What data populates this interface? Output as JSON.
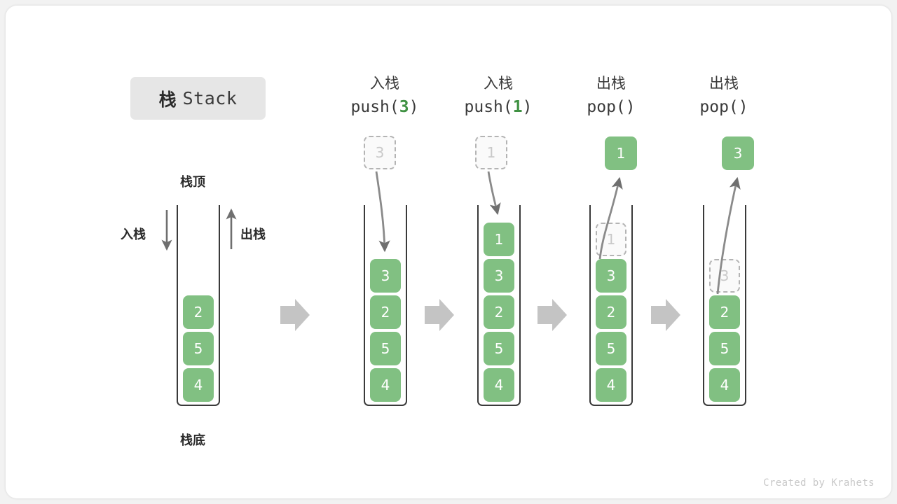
{
  "title": {
    "cn": "栈",
    "en": "Stack"
  },
  "labels": {
    "top": "栈顶",
    "bottom": "栈底",
    "push": "入栈",
    "pop": "出栈"
  },
  "credit": "Created by Krahets",
  "colors": {
    "element_green": "#81c082",
    "ghost_border": "#b4b4b4",
    "ghost_text": "#c9c9c9",
    "arrow_gray": "#c4c4c4",
    "line_dark": "#3a3a3a",
    "chip_bg": "#e6e6e6",
    "accent_text": "#3f9142"
  },
  "columns": [
    {
      "id": "initial",
      "header_cn": "",
      "header_code": "",
      "stack": [
        "2",
        "5",
        "4"
      ],
      "float_box": null,
      "ghost_index": null
    },
    {
      "id": "push-3",
      "header_cn": "入栈",
      "header_code_prefix": "push(",
      "header_code_arg": "3",
      "header_code_suffix": ")",
      "stack": [
        "3",
        "2",
        "5",
        "4"
      ],
      "float_box": {
        "value": "3",
        "style": "ghost"
      },
      "ghost_index": null
    },
    {
      "id": "push-1",
      "header_cn": "入栈",
      "header_code_prefix": "push(",
      "header_code_arg": "1",
      "header_code_suffix": ")",
      "stack": [
        "1",
        "3",
        "2",
        "5",
        "4"
      ],
      "float_box": {
        "value": "1",
        "style": "ghost"
      },
      "ghost_index": null
    },
    {
      "id": "pop-1",
      "header_cn": "出栈",
      "header_code_prefix": "pop(",
      "header_code_arg": "",
      "header_code_suffix": ")",
      "stack": [
        "1",
        "3",
        "2",
        "5",
        "4"
      ],
      "float_box": {
        "value": "1",
        "style": "filled"
      },
      "ghost_index": 0
    },
    {
      "id": "pop-2",
      "header_cn": "出栈",
      "header_code_prefix": "pop(",
      "header_code_arg": "",
      "header_code_suffix": ")",
      "stack": [
        "3",
        "2",
        "5",
        "4"
      ],
      "float_box": {
        "value": "3",
        "style": "filled"
      },
      "ghost_index": 0
    }
  ],
  "cells": {
    "c0_0": "2",
    "c0_1": "5",
    "c0_2": "4",
    "c1_0": "3",
    "c1_1": "2",
    "c1_2": "5",
    "c1_3": "4",
    "c2_0": "1",
    "c2_1": "3",
    "c2_2": "2",
    "c2_3": "5",
    "c2_4": "4",
    "c3_0": "1",
    "c3_1": "3",
    "c3_2": "2",
    "c3_3": "5",
    "c3_4": "4",
    "c4_0": "3",
    "c4_1": "2",
    "c4_2": "5",
    "c4_3": "4",
    "f1": "3",
    "f2": "1",
    "f3": "1",
    "f4": "3"
  },
  "headers": {
    "h1_cn": "入栈",
    "h1_pre": "push(",
    "h1_arg": "3",
    "h1_post": ")",
    "h2_cn": "入栈",
    "h2_pre": "push(",
    "h2_arg": "1",
    "h2_post": ")",
    "h3_cn": "出栈",
    "h3_pre": "pop(",
    "h3_arg": "",
    "h3_post": ")",
    "h4_cn": "出栈",
    "h4_pre": "pop(",
    "h4_arg": "",
    "h4_post": ")"
  }
}
